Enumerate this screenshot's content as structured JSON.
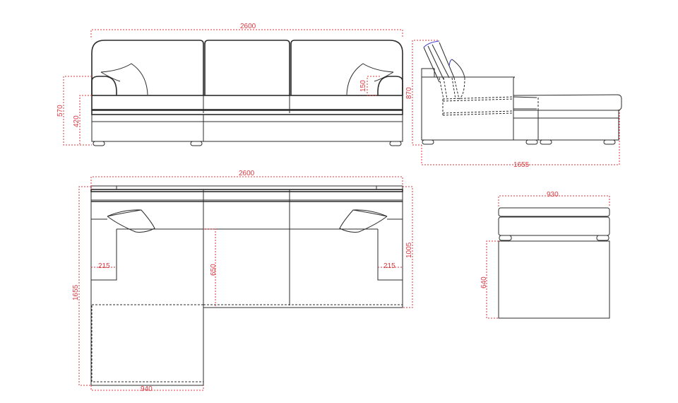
{
  "diagram": {
    "title": "",
    "views": {
      "front": {
        "width_label": "2600",
        "total_height_label": "570",
        "seat_height_label": "420",
        "arm_height_label": "150"
      },
      "side": {
        "height_label": "870",
        "depth_label": "1655"
      },
      "top": {
        "width_label": "2600",
        "total_depth_label": "1655",
        "sofa_depth_label": "1005",
        "seat_depth_label": "650",
        "arm_left_label": "215",
        "arm_right_label": "215",
        "chaise_width_label": "940"
      },
      "ottoman": {
        "width_label": "930",
        "depth_label": "640"
      }
    },
    "colors": {
      "line": "#2b2b2b",
      "dimension": "#d9383f",
      "highlight": "#3a3ad0"
    }
  }
}
